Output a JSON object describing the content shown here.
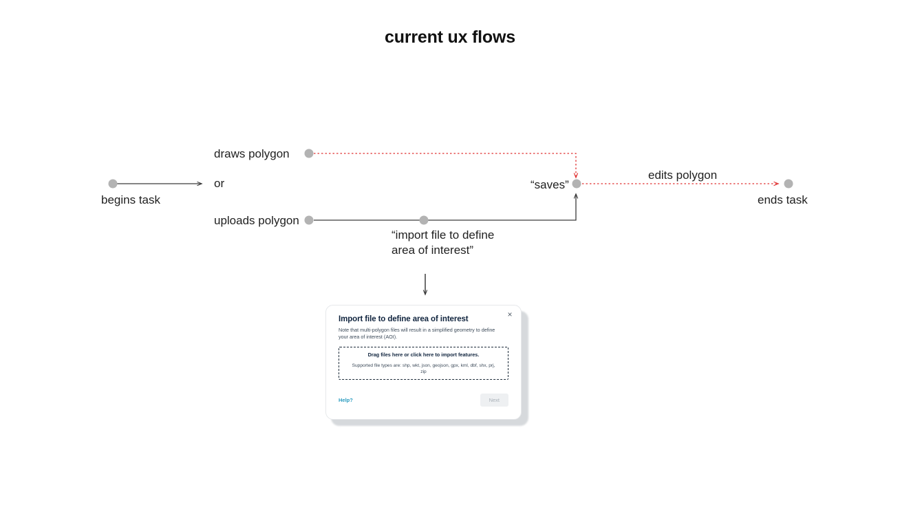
{
  "page": {
    "title": "current ux flows",
    "background_color": "#ffffff"
  },
  "colors": {
    "node_dot": "#b3b3b3",
    "dark_line": "#3a3a3a",
    "red_line": "#e03131",
    "text": "#1f1f1f",
    "modal_title": "#10243e",
    "help_link": "#2b9cc0",
    "next_button_bg": "#eef0f2",
    "next_button_text": "#a9b1b8",
    "dropzone_border": "#1b2a38"
  },
  "flow": {
    "begins_task": "begins task",
    "draws_polygon": "draws polygon",
    "or": "or",
    "uploads_polygon": "uploads polygon",
    "saves": "“saves”",
    "edits_polygon": "edits polygon",
    "ends_task": "ends task",
    "callout": "“import file to define area of interest”"
  },
  "modal": {
    "title": "Import file to define area of interest",
    "note": "Note that multi-polygon files will result in a simplified geometry to define your area of interest (AOI).",
    "dropzone_title": "Drag files here or click here to import features.",
    "dropzone_subtitle": "Supported file types are: shp, wkt, json, geojson, gpx, kml, dbf, shx, prj, zip",
    "help_label": "Help?",
    "next_label": "Next",
    "close_icon": "×"
  }
}
